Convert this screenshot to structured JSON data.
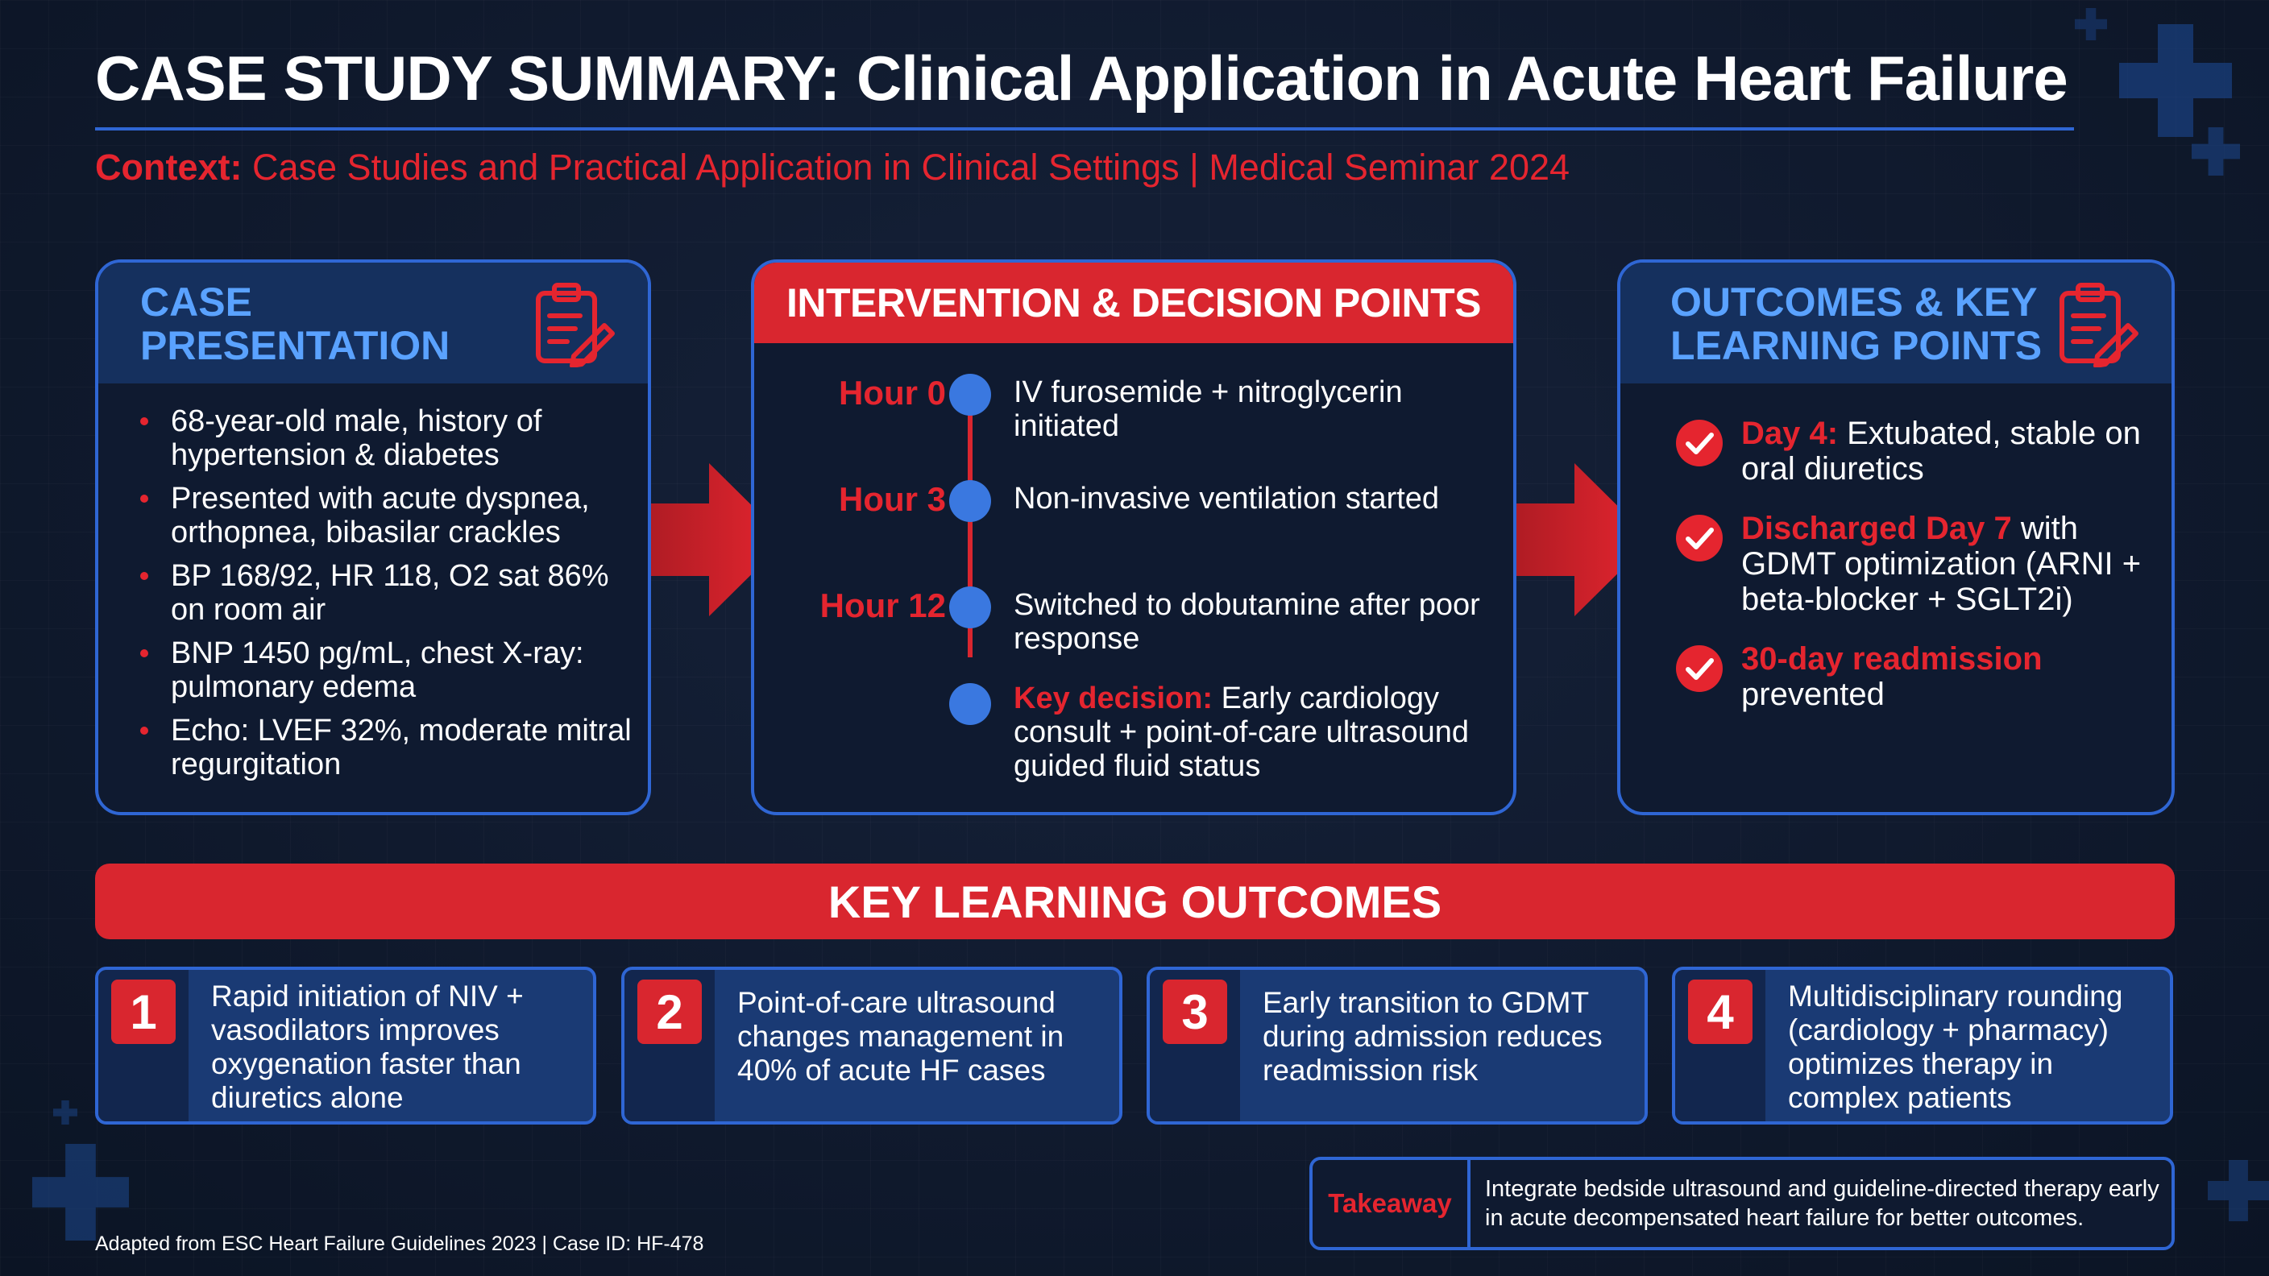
{
  "header": {
    "title": "CASE STUDY SUMMARY: Clinical Application in Acute Heart Failure",
    "context_label": "Context:",
    "context_text": "Case Studies and Practical Application in Clinical Settings | Medical Seminar 2024"
  },
  "case_panel": {
    "title_line1": "CASE",
    "title_line2": "PRESENTATION",
    "icon": "clipboard-pencil-icon",
    "bullets": [
      "68-year-old male, history of hypertension & diabetes",
      "Presented with acute dyspnea, orthopnea, bibasilar crackles",
      "BP 168/92, HR 118, O2 sat 86% on room air",
      "BNP 1450 pg/mL, chest X-ray: pulmonary edema",
      "Echo: LVEF 32%, moderate mitral regurgitation"
    ]
  },
  "intervention_panel": {
    "title": "INTERVENTION & DECISION POINTS",
    "timeline": [
      {
        "hour": "Hour 0",
        "text": "IV furosemide + nitroglycerin initiated"
      },
      {
        "hour": "Hour 3",
        "text": "Non-invasive ventilation started"
      },
      {
        "hour": "Hour 12",
        "text": "Switched to dobutamine after poor response"
      },
      {
        "hour": "",
        "highlight": "Key decision:",
        "text": " Early cardiology consult + point-of-care ultrasound guided fluid status"
      }
    ]
  },
  "outcome_panel": {
    "title_line1": "OUTCOMES & KEY",
    "title_line2": "LEARNING POINTS",
    "icon": "clipboard-pencil-icon",
    "items": [
      {
        "highlight": "Day 4:",
        "text": " Extubated, stable on oral diuretics"
      },
      {
        "highlight": "Discharged Day 7",
        "text": " with GDMT optimization (ARNI + beta-blocker + SGLT2i)"
      },
      {
        "highlight": "30-day readmission",
        "text": " prevented"
      }
    ]
  },
  "key_learning": {
    "title": "KEY LEARNING OUTCOMES",
    "cards": [
      {
        "num": "1",
        "text": "Rapid initiation of NIV + vasodilators improves oxygenation faster than diuretics alone"
      },
      {
        "num": "2",
        "text": "Point-of-care ultrasound changes management in 40% of acute HF cases"
      },
      {
        "num": "3",
        "text": "Early transition to GDMT during admission reduces readmission risk"
      },
      {
        "num": "4",
        "text": "Multidisciplinary rounding (cardiology + pharmacy) optimizes therapy in complex patients"
      }
    ]
  },
  "takeaway": {
    "label": "Takeaway",
    "text": "Integrate bedside ultrasound and guideline-directed therapy early in acute decompensated heart failure for better outcomes."
  },
  "footer": {
    "text": "Adapted from ESC Heart Failure Guidelines 2023 | Case ID: HF-478"
  },
  "colors": {
    "background": "#101a2e",
    "accent_red": "#d9262f",
    "accent_blue": "#2f66d4",
    "heading_blue": "#5aa2ff"
  }
}
